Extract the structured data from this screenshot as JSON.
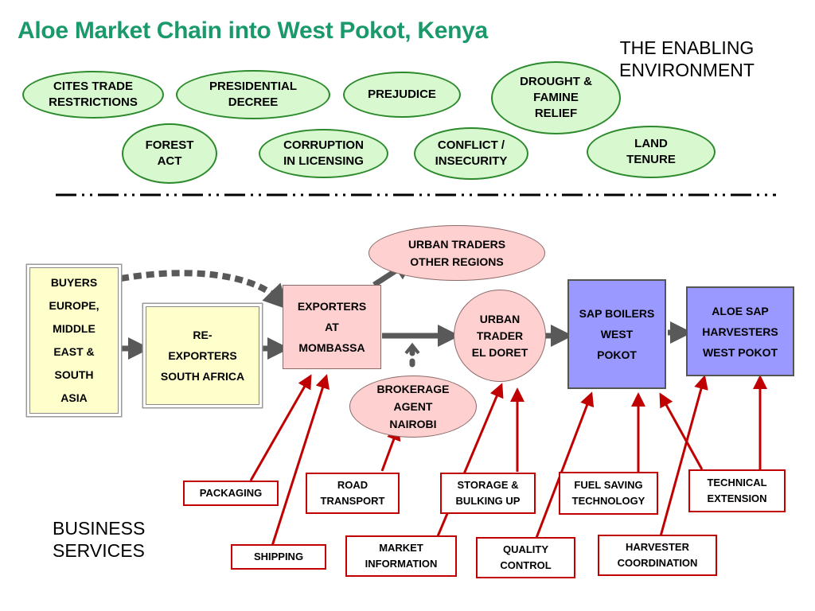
{
  "title": "Aloe Market Chain into West Pokot, Kenya",
  "enabling_environment": {
    "heading": "THE ENABLING\nENVIRONMENT",
    "factors": [
      "CITES TRADE\nRESTRICTIONS",
      "PRESIDENTIAL\nDECREE",
      "PREJUDICE",
      "DROUGHT &\nFAMINE\nRELIEF",
      "FOREST\nACT",
      "CORRUPTION\nIN LICENSING",
      "CONFLICT /\nINSECURITY",
      "LAND\nTENURE"
    ]
  },
  "chain": {
    "buyers": "BUYERS\nEUROPE,\nMIDDLE\nEAST &\nSOUTH\nASIA",
    "re_exporters": "RE-\nEXPORTERS\nSOUTH AFRICA",
    "exporters": "EXPORTERS\nAT\nMOMBASSA",
    "urban_traders_other": "URBAN TRADERS\nOTHER REGIONS",
    "urban_trader_eldoret": "URBAN\nTRADER\nEL DORET",
    "brokerage": "BROKERAGE\nAGENT\nNAIROBI",
    "sap_boilers": "SAP BOILERS\nWEST\nPOKOT",
    "harvesters": "ALOE SAP\nHARVESTERS\nWEST POKOT"
  },
  "business_services": {
    "heading": "BUSINESS\nSERVICES",
    "items": [
      "PACKAGING",
      "SHIPPING",
      "ROAD\nTRANSPORT",
      "MARKET\nINFORMATION",
      "STORAGE &\nBULKING UP",
      "QUALITY\nCONTROL",
      "FUEL SAVING\nTECHNOLOGY",
      "HARVESTER\nCOORDINATION",
      "TECHNICAL\nEXTENSION"
    ]
  },
  "colors": {
    "title": "#1a9a6a",
    "enabling_fill": "#d8f8d0",
    "enabling_border": "#2c8a2c",
    "chain_arrow": "#595959",
    "service_arrow": "#c00000",
    "pink": "#ffd0d0",
    "yellow": "#ffffcc",
    "blue": "#9999ff"
  }
}
